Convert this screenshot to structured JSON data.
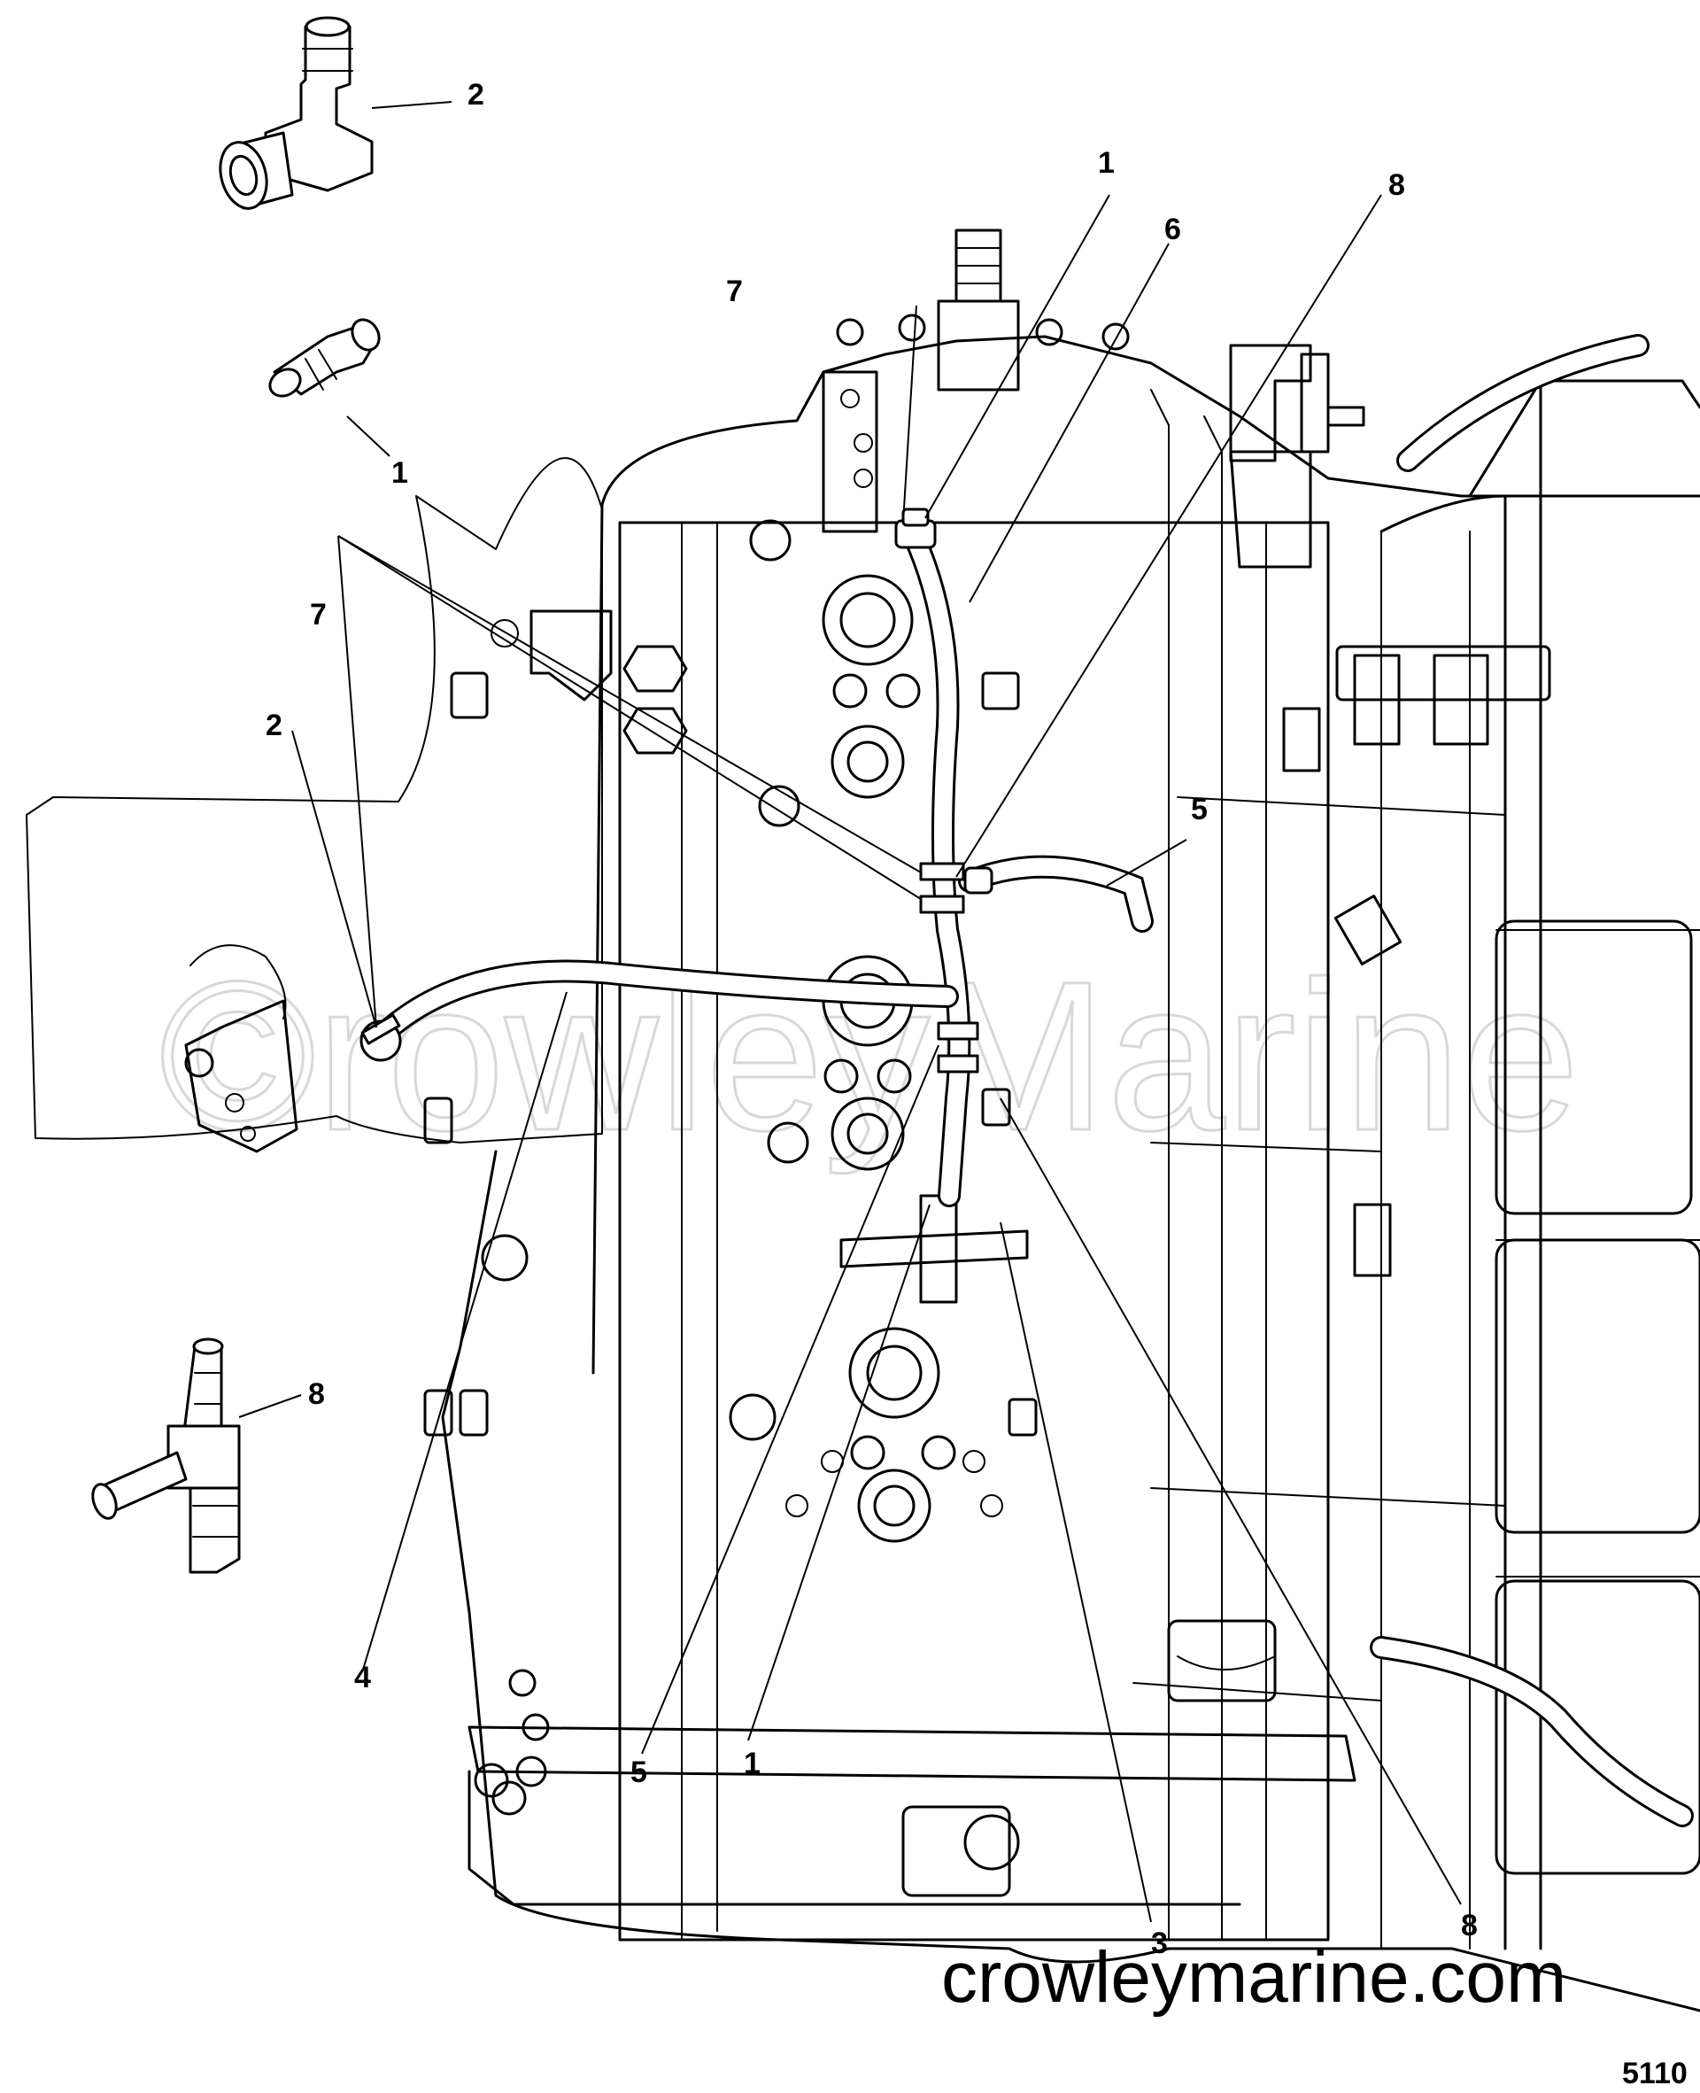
{
  "diagram": {
    "watermark": "©rowleyMarine",
    "site": "crowleymarine.com",
    "code": "5110",
    "callouts": {
      "c1": "2",
      "c2": "1",
      "c3": "8",
      "c4": "1",
      "c5": "8",
      "c6": "6",
      "c7": "7",
      "c8": "7",
      "c9": "2",
      "c10": "5",
      "c11": "4",
      "c12": "5",
      "c13": "1",
      "c14": "3",
      "c15": "8"
    }
  }
}
